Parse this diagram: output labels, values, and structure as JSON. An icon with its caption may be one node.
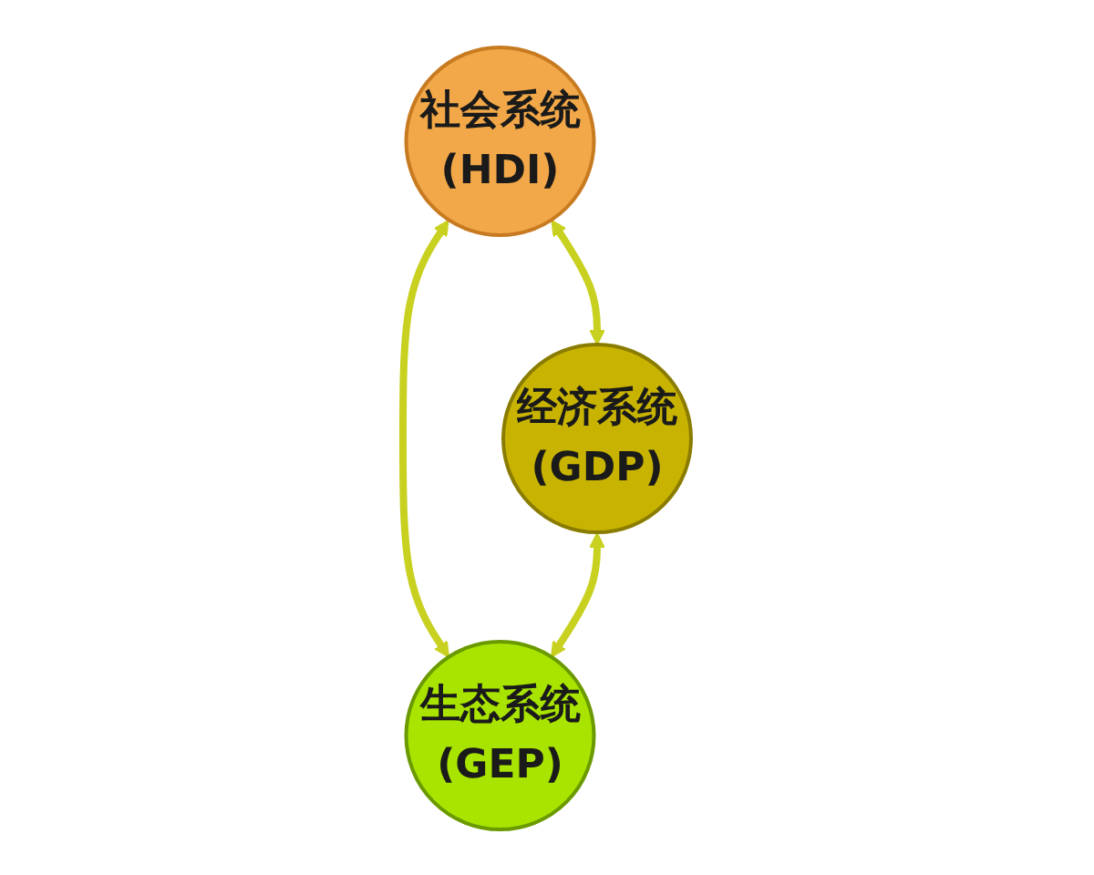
{
  "diagram": {
    "nodes": [
      {
        "text": [
          "社会系统",
          "(HDI)"
        ]
      },
      {
        "text": [
          "经济系统",
          "(GDP)"
        ]
      },
      {
        "text": [
          "生态系统",
          "(GEP)"
        ]
      }
    ],
    "edges": [
      {
        "from": 0,
        "to": 1,
        "arrow": "both"
      },
      {
        "from": 0,
        "to": 2,
        "arrow": "both"
      },
      {
        "from": 1,
        "to": 2,
        "arrow": "both"
      }
    ]
  }
}
